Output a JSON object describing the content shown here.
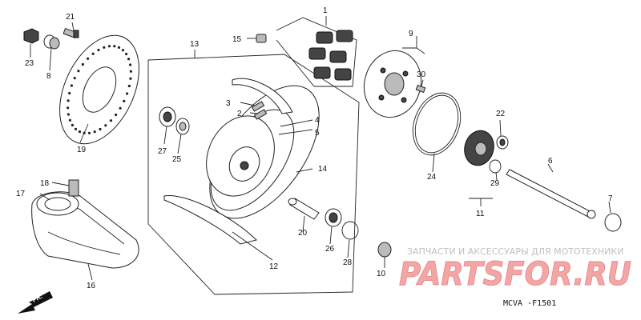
{
  "callouts": [
    {
      "id": "c1",
      "text": "1"
    },
    {
      "id": "c2",
      "text": "2"
    },
    {
      "id": "c3",
      "text": "3"
    },
    {
      "id": "c4",
      "text": "4"
    },
    {
      "id": "c5",
      "text": "5"
    },
    {
      "id": "c6",
      "text": "6"
    },
    {
      "id": "c7",
      "text": "7"
    },
    {
      "id": "c8",
      "text": "8"
    },
    {
      "id": "c9",
      "text": "9"
    },
    {
      "id": "c10",
      "text": "10"
    },
    {
      "id": "c11",
      "text": "11"
    },
    {
      "id": "c12",
      "text": "12"
    },
    {
      "id": "c13",
      "text": "13"
    },
    {
      "id": "c14",
      "text": "14"
    },
    {
      "id": "c15",
      "text": "15"
    },
    {
      "id": "c16",
      "text": "16"
    },
    {
      "id": "c17",
      "text": "17"
    },
    {
      "id": "c18",
      "text": "18"
    },
    {
      "id": "c19",
      "text": "19"
    },
    {
      "id": "c20",
      "text": "20"
    },
    {
      "id": "c21",
      "text": "21"
    },
    {
      "id": "c22",
      "text": "22"
    },
    {
      "id": "c23",
      "text": "23"
    },
    {
      "id": "c24",
      "text": "24"
    },
    {
      "id": "c25",
      "text": "25"
    },
    {
      "id": "c26",
      "text": "26"
    },
    {
      "id": "c27",
      "text": "27"
    },
    {
      "id": "c28",
      "text": "28"
    },
    {
      "id": "c29",
      "text": "29"
    },
    {
      "id": "c30",
      "text": "30"
    }
  ],
  "watermark_text": "ЗАПЧАСТИ И АКСЕССУАРЫ ДЛЯ МОТОТЕХНИКИ",
  "watermark_logo": "PARTSFOR.RU",
  "diagram_code": "MCVA -F1501",
  "direction_label": "FR."
}
